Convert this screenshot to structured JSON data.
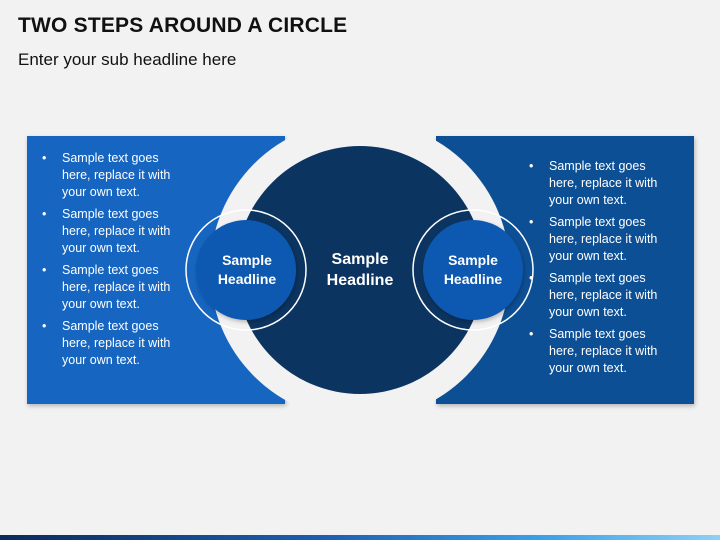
{
  "title": "TWO STEPS AROUND A CIRCLE",
  "subtitle": "Enter your sub headline here",
  "colors": {
    "background": "#f2f2f2",
    "left_panel": "#1565c0",
    "right_panel": "#0d4f94",
    "big_circle": "#0c3460",
    "small_circle": "#0f58b0",
    "ring": "#ffffff"
  },
  "left_panel": {
    "bullets": [
      "Sample text goes here, replace it with your own text.",
      "Sample text goes here, replace it with your own text.",
      "Sample text goes here, replace it with your own text.",
      "Sample text goes here, replace it with your own text."
    ]
  },
  "right_panel": {
    "bullets": [
      "Sample text goes here, replace it with your own text.",
      "Sample text goes here, replace it with your own text.",
      "Sample text goes here, replace it with your own text.",
      "Sample text goes here, replace it with your own text."
    ]
  },
  "center_circle": {
    "label": "Sample Headline"
  },
  "small_circle_left": {
    "label": "Sample Headline"
  },
  "small_circle_right": {
    "label": "Sample Headline"
  }
}
